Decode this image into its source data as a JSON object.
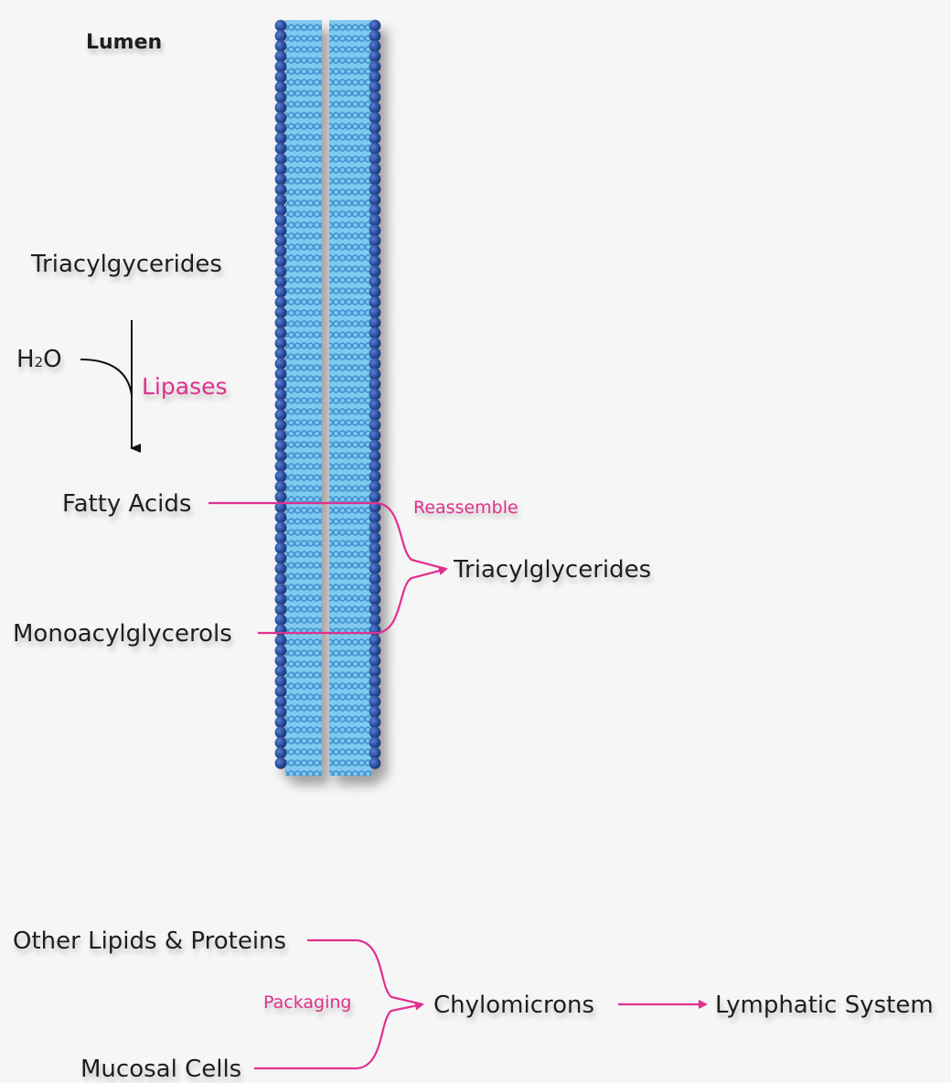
{
  "lumen": "Lumen",
  "triacylgycerides": "Triacylgycerides",
  "water": {
    "h": "H",
    "sub": "2",
    "o": "O"
  },
  "lipases": "Lipases",
  "fatty_acids": "Fatty Acids",
  "reassemble": "Reassemble",
  "triacylglycerides": "Triacylglycerides",
  "monoacylglycerols": "Monoacylglycerols",
  "other_lipids": "Other Lipids & Proteins",
  "packaging": "Packaging",
  "chylomicrons": "Chylomicrons",
  "lymphatic": "Lymphatic System",
  "mucosal": "Mucosal Cells",
  "colors": {
    "accent": "#e0308f",
    "membrane_head": "#2a4f9e",
    "membrane_tail": "#7fc8ef"
  }
}
